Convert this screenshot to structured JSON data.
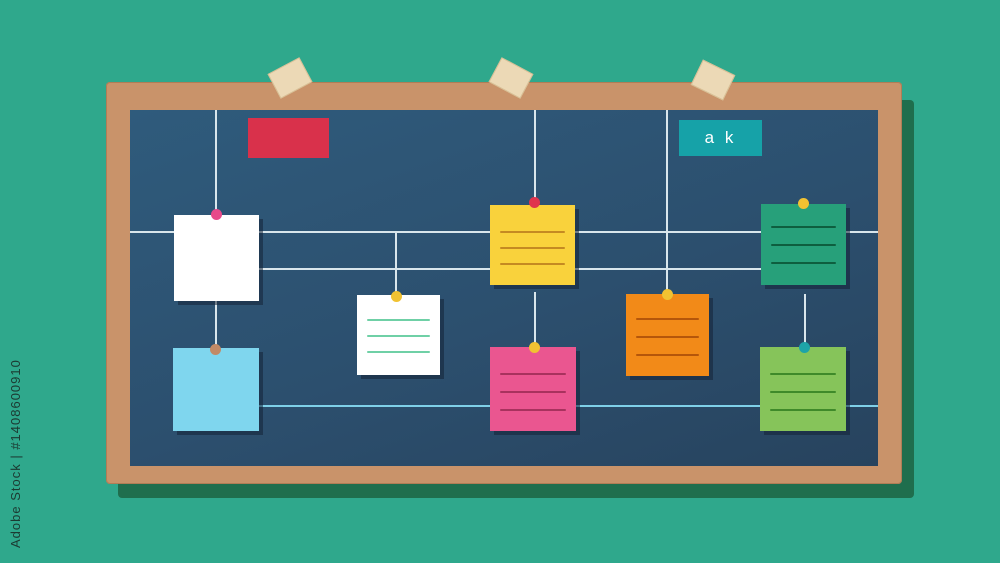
{
  "board": {
    "label_card_text": "a k"
  },
  "side_caption": "Adobe Stock | #1408600910",
  "colors": {
    "background": "#2fa88c",
    "frame": "#c9936a",
    "board": "#2c4f6e",
    "red_tag": "#d9314b",
    "teal_tag": "#16a2a8"
  },
  "notes": [
    {
      "name": "note-white-large",
      "color": "#ffffff",
      "pin": "#e84a8a"
    },
    {
      "name": "note-light-blue",
      "color": "#7fd6ee",
      "pin": "#c28a66"
    },
    {
      "name": "note-white-lined",
      "color": "#ffffff",
      "pin": "#f1c232"
    },
    {
      "name": "note-yellow",
      "color": "#f9d23c",
      "pin": "#e0344d"
    },
    {
      "name": "note-pink",
      "color": "#ea5690",
      "pin": "#f1c232"
    },
    {
      "name": "note-orange",
      "color": "#f28a18",
      "pin": "#f1c232"
    },
    {
      "name": "note-green-dark",
      "color": "#27a07a",
      "pin": "#f1c232"
    },
    {
      "name": "note-green-light",
      "color": "#86c45a",
      "pin": "#1ea4a8"
    }
  ],
  "icons": [
    "tape-strip-icon",
    "push-pin-icon"
  ]
}
